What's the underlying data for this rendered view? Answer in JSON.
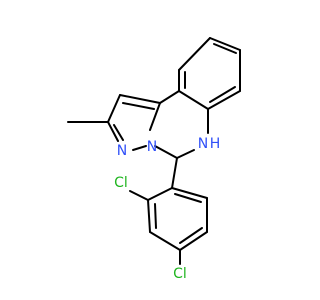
{
  "molecule": {
    "atoms": {
      "n_pyrazole": {
        "symbol": "N",
        "color": "#3050F8"
      },
      "n_bridge": {
        "symbol": "N",
        "color": "#3050F8"
      },
      "nh": {
        "symbol": "N",
        "h": "H",
        "color": "#3050F8"
      },
      "cl_ortho": {
        "symbol": "Cl",
        "color": "#1FB51F"
      },
      "cl_para": {
        "symbol": "Cl",
        "color": "#1FB51F"
      }
    },
    "bond_color": "#000000"
  }
}
